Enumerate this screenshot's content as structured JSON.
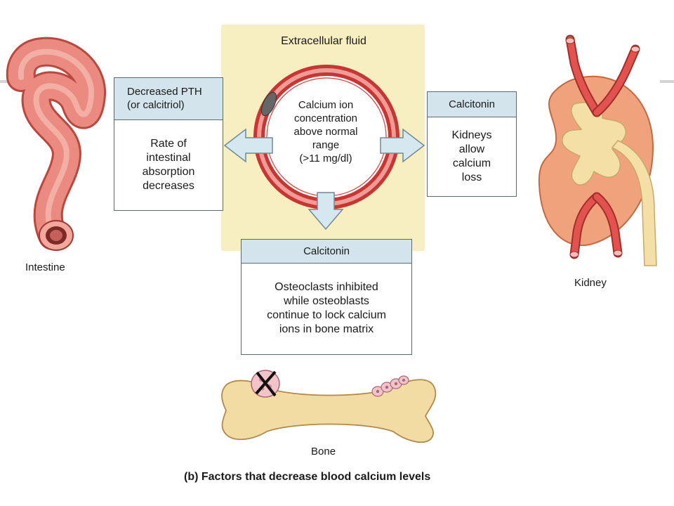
{
  "diagram": {
    "fluid_label": "Extracellular fluid",
    "center_text": [
      "Calcium ion",
      "concentration",
      "above normal",
      "range",
      "(>11 mg/dl)"
    ],
    "boxes": {
      "left": {
        "header": [
          "Decreased PTH",
          "(or calcitriol)"
        ],
        "body": [
          "Rate of",
          "intestinal",
          "absorption",
          "decreases"
        ]
      },
      "right": {
        "header": "Calcitonin",
        "body": [
          "Kidneys",
          "allow",
          "calcium",
          "loss"
        ]
      },
      "bottom": {
        "header": "Calcitonin",
        "body": [
          "Osteoclasts inhibited",
          "while osteoblasts",
          "continue to lock calcium",
          "ions in bone matrix"
        ]
      }
    },
    "organs": {
      "intestine": "Intestine",
      "kidney": "Kidney",
      "bone": "Bone"
    },
    "caption": "(b) Factors that decrease blood calcium levels"
  },
  "colors": {
    "fluid_background": "#f7efc2",
    "box_header": "#d3e4ec",
    "arrow_fill": "#d6e8ef",
    "vessel_red": "#d9413f",
    "intestine": "#ea8a80",
    "kidney": "#f0a27c",
    "bone": "#f3dca3"
  }
}
